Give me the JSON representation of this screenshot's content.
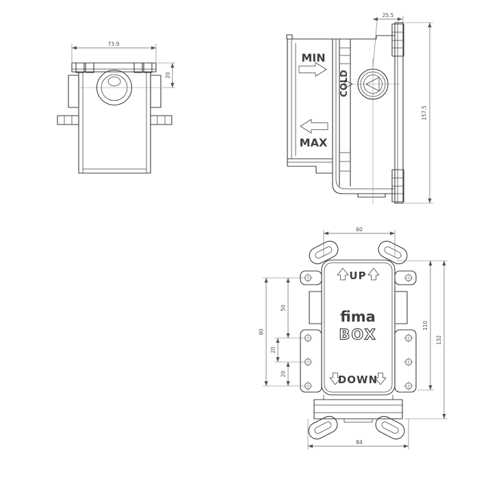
{
  "top_view": {
    "width_dim": "73.9",
    "port_offset_dim": "20"
  },
  "side_view": {
    "depth_dim": "25.5",
    "height_dim": "157.5",
    "min_label": "MIN",
    "cold_label": "COLD",
    "max_label": "MAX"
  },
  "front_view": {
    "plate_width_dim": "60",
    "overall_width_dim": "84",
    "hole_span_dim": "90",
    "hole_top_gap_dim": "50",
    "hole_gap1_dim": "20",
    "hole_gap2_dim": "20",
    "body_height_dim": "110",
    "overall_height_dim": "132",
    "up_label": "UP",
    "down_label": "DOWN",
    "logo_line1": "fima",
    "logo_line2": "BOX"
  },
  "colors": {
    "background": "#ffffff",
    "drawing_line": "#3a3a3a",
    "dimension_line": "#5a5a5a",
    "label_text": "#3f3f3f"
  }
}
